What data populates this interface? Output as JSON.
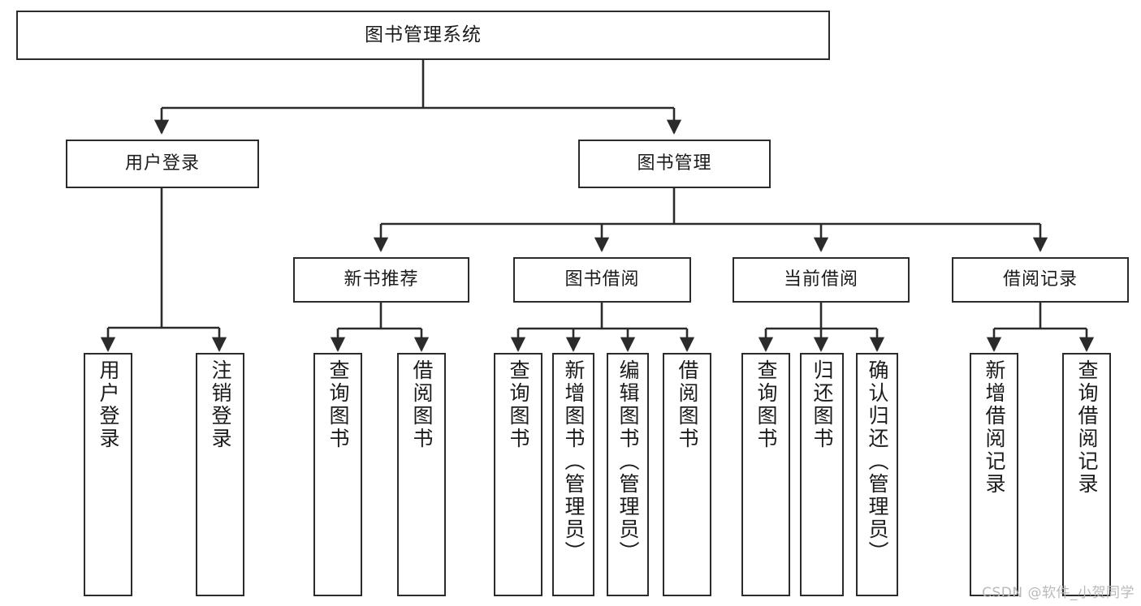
{
  "diagram": {
    "type": "tree-hierarchy-chart",
    "title": "图书管理系统",
    "root": {
      "label": "图书管理系统"
    },
    "level2": [
      {
        "label": "用户登录"
      },
      {
        "label": "图书管理"
      }
    ],
    "level3": [
      {
        "label": "新书推荐"
      },
      {
        "label": "图书借阅"
      },
      {
        "label": "当前借阅"
      },
      {
        "label": "借阅记录"
      }
    ],
    "leaves": {
      "user_login": [
        {
          "label": "用户登录"
        },
        {
          "label": "注销登录"
        }
      ],
      "new_book_recommend": [
        {
          "label": "查询图书"
        },
        {
          "label": "借阅图书"
        }
      ],
      "book_borrow": [
        {
          "label": "查询图书"
        },
        {
          "label": "新增图书（管理员）"
        },
        {
          "label": "编辑图书（管理员）"
        },
        {
          "label": "借阅图书"
        }
      ],
      "current_borrow": [
        {
          "label": "查询图书"
        },
        {
          "label": "归还图书"
        },
        {
          "label": "确认归还（管理员）"
        }
      ],
      "borrow_record": [
        {
          "label": "新增借阅记录"
        },
        {
          "label": "查询借阅记录"
        }
      ]
    }
  },
  "watermark": {
    "text": "CSDN @软件_小贺同学"
  },
  "colors": {
    "border": "#2b2b2b",
    "background": "#ffffff",
    "text": "#1b1b1b",
    "watermark": "#b9b9b9"
  }
}
